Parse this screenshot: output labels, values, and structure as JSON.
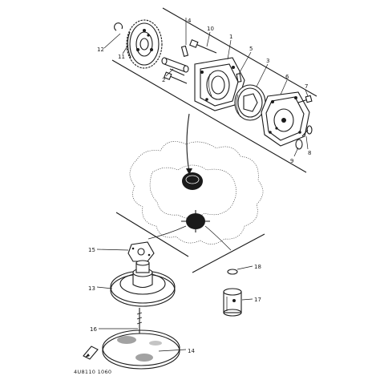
{
  "diagram": {
    "callouts": [
      {
        "id": "c1",
        "label": "1"
      },
      {
        "id": "c2",
        "label": "2"
      },
      {
        "id": "c3",
        "label": "3"
      },
      {
        "id": "c4",
        "label": "4"
      },
      {
        "id": "c5",
        "label": "5"
      },
      {
        "id": "c6",
        "label": "6"
      },
      {
        "id": "c7",
        "label": "7"
      },
      {
        "id": "c8",
        "label": "8"
      },
      {
        "id": "c9",
        "label": "9"
      },
      {
        "id": "c10",
        "label": "10"
      },
      {
        "id": "c11",
        "label": "11"
      },
      {
        "id": "c12",
        "label": "12"
      },
      {
        "id": "c13",
        "label": "13"
      },
      {
        "id": "c14",
        "label": "14"
      },
      {
        "id": "c15",
        "label": "15"
      },
      {
        "id": "c16",
        "label": "16"
      },
      {
        "id": "c17",
        "label": "17"
      },
      {
        "id": "c18",
        "label": "18"
      }
    ],
    "figure_code": "4U8110 1060"
  }
}
